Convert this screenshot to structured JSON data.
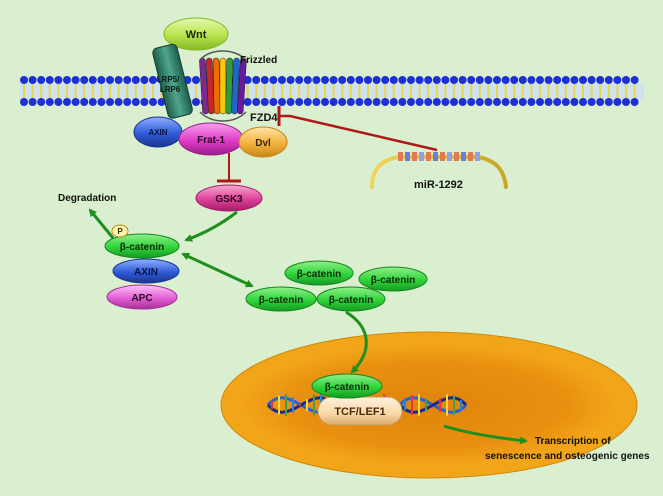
{
  "labels": {
    "wnt": "Wnt",
    "frizzled": "Frizzled",
    "lrp_line1": "LRP5/",
    "lrp_line2": "LRP6",
    "fzd4": "FZD4",
    "axin_top": "AXIN",
    "frat1": "Frat-1",
    "dvl": "Dvl",
    "gsk3": "GSK3",
    "mir": "miR-1292",
    "degradation": "Degradation",
    "phospho": "P",
    "bcat_complex": "β-catenin",
    "axin_complex": "AXIN",
    "apc": "APC",
    "bcat_free_1": "β-catenin",
    "bcat_free_2": "β-catenin",
    "bcat_free_3": "β-catenin",
    "bcat_free_4": "β-catenin",
    "bcat_nucleus": "β-catenin",
    "tcf": "TCF/LEF1",
    "transcription_line1": "Transcription of",
    "transcription_line2": "senescence and osteogenic genes"
  },
  "colors": {
    "background": "#d9efcf",
    "membrane_head": "#1f2fd6",
    "membrane_tail": "#e9d64a",
    "green_protein": "#2fd43a",
    "axin_blue": "#2f5bd8",
    "apc_pink": "#e25fd3",
    "frat_magenta": "#e03cc8",
    "dvl_orange": "#f2b23c",
    "gsk_pink": "#e0409a",
    "wnt_lime": "#b7e34a",
    "inhibit_red": "#b01818",
    "activate_green": "#1f8f1f",
    "nucleus_outer": "#f3a51a",
    "nucleus_inner": "#e0840a",
    "tcf_peach": "#f8d7a8"
  },
  "icons": {
    "inhibition": "t-bar-inhibition-icon",
    "activation": "arrowhead-icon",
    "dna": "dna-helix-icon",
    "microrna": "microrna-hairpin-icon"
  }
}
